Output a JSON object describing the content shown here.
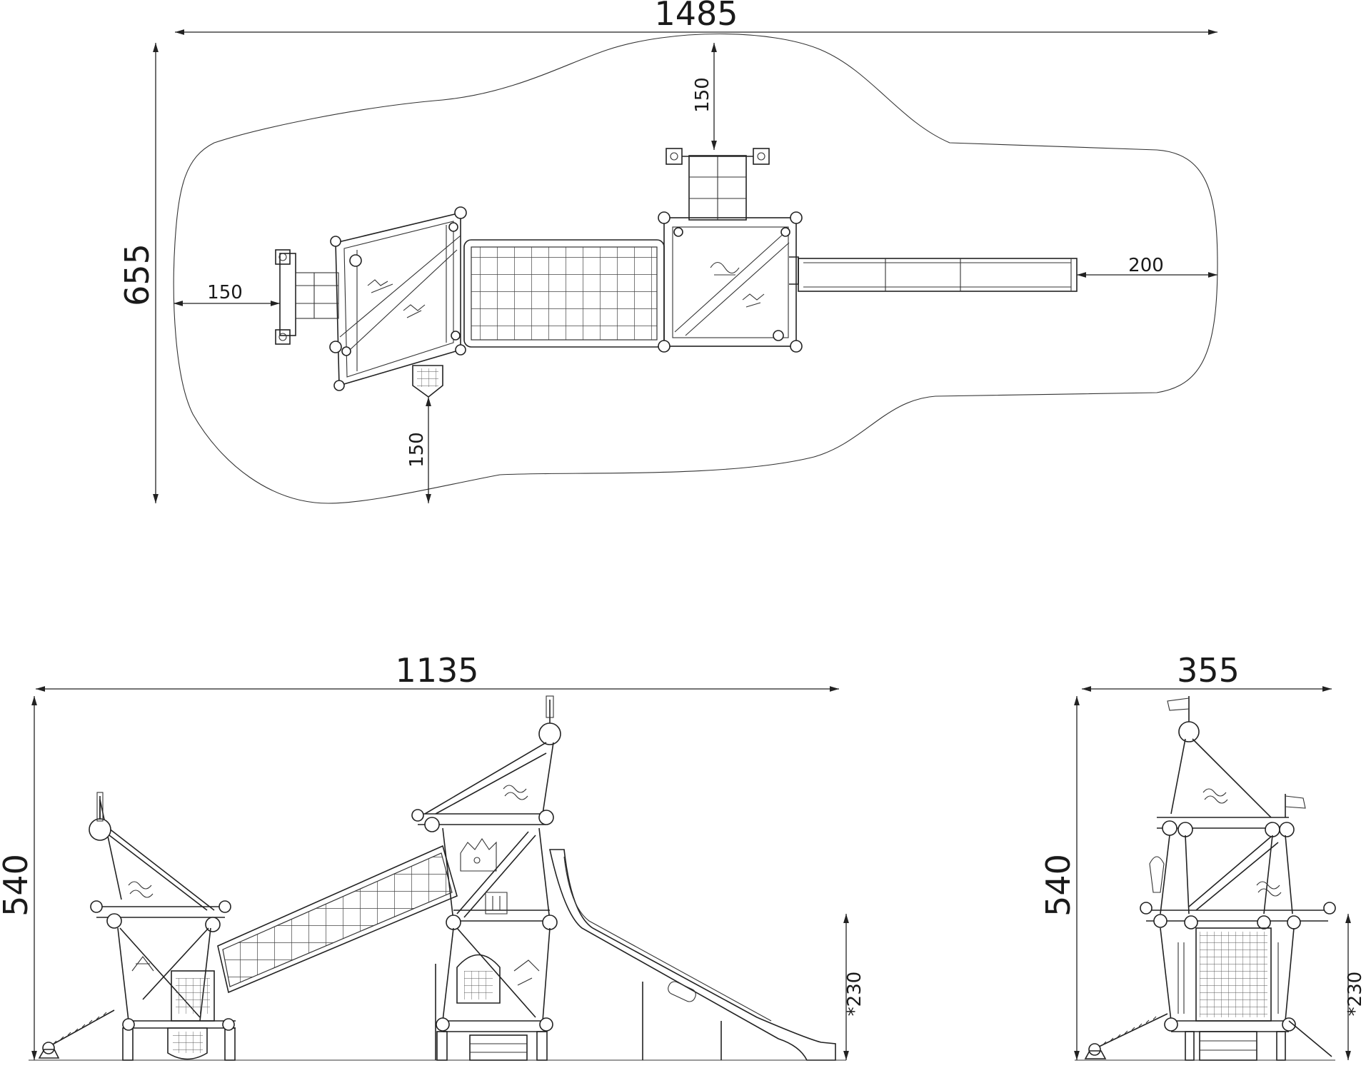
{
  "plan_view": {
    "overall_length": "1485",
    "overall_width": "655",
    "clearance_left": "150",
    "clearance_top": "150",
    "clearance_bottom": "150",
    "clearance_right": "200"
  },
  "side_view": {
    "length": "1135",
    "height": "540",
    "platform_height": "*230"
  },
  "end_view": {
    "width": "355",
    "height": "540",
    "platform_height": "*230"
  }
}
